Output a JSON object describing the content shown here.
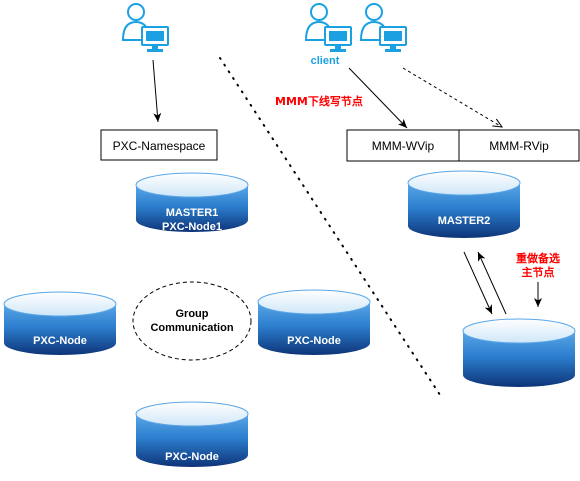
{
  "colors": {
    "icon_blue": "#1ba1e2",
    "note_red": "#ff0000",
    "db_top": "#e8f4fc",
    "db_dark": "#0e3478",
    "db_mid": "#2c7fcf",
    "db_rim": "#5aa6e6"
  },
  "left": {
    "namespace_label": "PXC-Namespace",
    "master1_line1": "MASTER1",
    "master1_line2": "PXC-Node1",
    "group_line1": "Group",
    "group_line2": "Communication",
    "node_left": "PXC-Node",
    "node_right": "PXC-Node",
    "node_bottom": "PXC-Node"
  },
  "right": {
    "client_label": "client",
    "mmm_note": "MMM下线写节点",
    "wvip_label": "MMM-WVip",
    "rvip_label": "MMM-RVip",
    "master2_label": "MASTER2",
    "failover_note_line1": "重做备选",
    "failover_note_line2": "主节点"
  },
  "icons": {
    "user_computer": "user-with-computer-icon",
    "database": "database-cylinder-icon"
  }
}
